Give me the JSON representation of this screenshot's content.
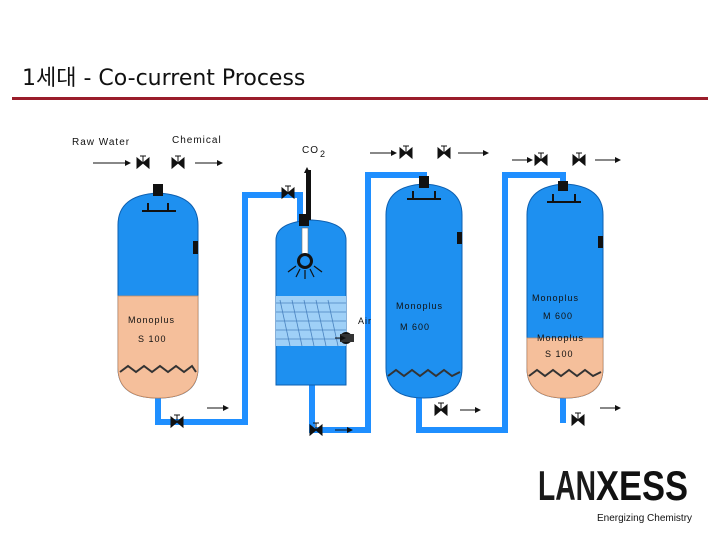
{
  "title": "1세대 - Co-current Process",
  "labels": {
    "raw_water": "Raw Water",
    "chemical": "Chemical",
    "co2": "CO",
    "co2_sub": "2",
    "air": "Air"
  },
  "vessels": {
    "vessel1": {
      "resin": "Monoplus",
      "grade": "S 100"
    },
    "vessel3": {
      "resin": "Monoplus",
      "grade": "M 600"
    },
    "vessel4_top": {
      "resin": "Monoplus",
      "grade": "M 600"
    },
    "vessel4_bottom": {
      "resin": "Monoplus",
      "grade": "S 100"
    }
  },
  "logo": {
    "word_left": "LAN",
    "word_right": "XESS",
    "tagline": "Energizing Chemistry"
  },
  "colors": {
    "pipe": "#1f8fff",
    "vessel": "#1e90f0",
    "resin_salmon": "#f5bf9b",
    "valve": "#111111",
    "accent_rule": "#9a1d2a"
  }
}
